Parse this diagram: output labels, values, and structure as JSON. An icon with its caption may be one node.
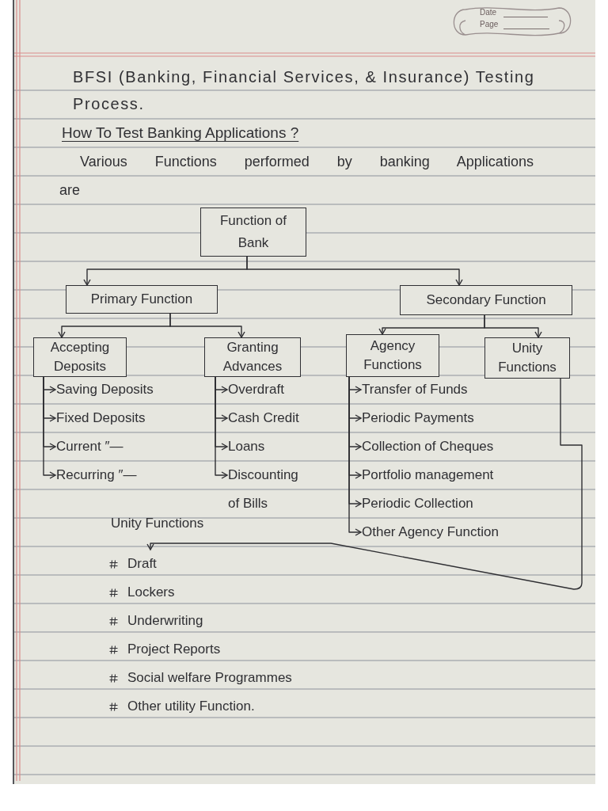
{
  "diagram": {
    "title": "BFSI (Banking, Financial Services, & Insurance) Testing Process.",
    "nodes": [
      {
        "text": [
          "Function of Bank"
        ]
      },
      {
        "text": [
          "Primary Function"
        ]
      },
      {
        "text": [
          "Secondary Function"
        ]
      },
      {
        "text": [
          "Accepting Deposits"
        ]
      },
      {
        "text": [
          "Granting Advances"
        ]
      },
      {
        "text": [
          "Agency Functions"
        ]
      },
      {
        "text": [
          "Unity Functions"
        ]
      },
      {
        "text": [
          "Saving Deposits"
        ]
      },
      {
        "text": [
          "Fixed Deposits"
        ]
      },
      {
        "text": [
          "Current ″—"
        ]
      },
      {
        "text": [
          "Recurring ″—"
        ]
      },
      {
        "text": [
          "Overdraft"
        ]
      },
      {
        "text": [
          "Cash Credit"
        ]
      },
      {
        "text": [
          "Loans"
        ]
      },
      {
        "text": [
          "Discounting of Bills"
        ]
      },
      {
        "text": [
          "Transfer of Funds"
        ]
      },
      {
        "text": [
          "Periodic Payments"
        ]
      },
      {
        "text": [
          "Collection of Cheques"
        ]
      },
      {
        "text": [
          "Portfolio management"
        ]
      },
      {
        "text": [
          "Periodic Collection"
        ]
      },
      {
        "text": [
          "Other Agency Function"
        ]
      },
      {
        "text": [
          "Draft",
          "Lockers",
          "Underwriting",
          "Project Reports",
          "Social welfare Programmes",
          "Other utility Function."
        ]
      }
    ],
    "edges": [
      {
        "from": 0,
        "to": 1,
        "arrow": "to"
      },
      {
        "from": 0,
        "to": 2,
        "arrow": "to"
      },
      {
        "from": 1,
        "to": 3,
        "arrow": "to"
      },
      {
        "from": 1,
        "to": 4,
        "arrow": "to"
      },
      {
        "from": 2,
        "to": 5,
        "arrow": "to"
      },
      {
        "from": 2,
        "to": 6,
        "arrow": "to"
      },
      {
        "from": 3,
        "to": 7,
        "arrow": "to"
      },
      {
        "from": 3,
        "to": 8,
        "arrow": "to"
      },
      {
        "from": 3,
        "to": 9,
        "arrow": "to"
      },
      {
        "from": 3,
        "to": 10,
        "arrow": "to"
      },
      {
        "from": 4,
        "to": 11,
        "arrow": "to"
      },
      {
        "from": 4,
        "to": 12,
        "arrow": "to"
      },
      {
        "from": 4,
        "to": 13,
        "arrow": "to"
      },
      {
        "from": 4,
        "to": 14,
        "arrow": "to"
      },
      {
        "from": 5,
        "to": 15,
        "arrow": "to"
      },
      {
        "from": 5,
        "to": 16,
        "arrow": "to"
      },
      {
        "from": 5,
        "to": 17,
        "arrow": "to"
      },
      {
        "from": 5,
        "to": 18,
        "arrow": "to"
      },
      {
        "from": 5,
        "to": 19,
        "arrow": "to"
      },
      {
        "from": 5,
        "to": 20,
        "arrow": "to"
      },
      {
        "from": 6,
        "to": 21,
        "arrow": "to"
      }
    ],
    "labels": [
      "Date",
      "Page",
      "How To Test Banking Applications ?",
      "Various Functions performed by banking Applications are",
      "Unity Functions"
    ]
  }
}
